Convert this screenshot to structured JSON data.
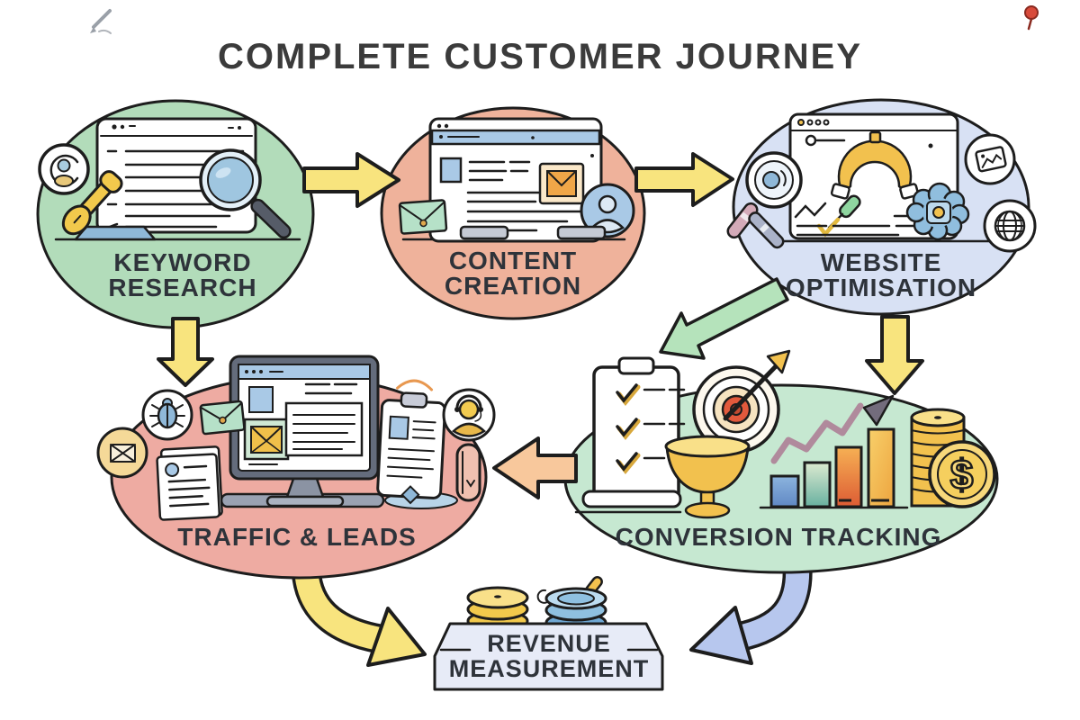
{
  "title": {
    "text": "COMPLETE CUSTOMER JOURNEY"
  },
  "colors": {
    "background": "#ffffff",
    "outline": "#1d1d1d",
    "title_text": "#3b3b3b",
    "label_text": "#2e333a",
    "gold": "#f2c14e",
    "gold_light": "#f9e089",
    "ui_blue": "#a9c9e6",
    "steel_blue": "#8fb8d8",
    "slate": "#646c7c",
    "teal_envelope": "#b6e1c8",
    "target_red": "#e2593c",
    "trend_purple": "#b08a9c",
    "trend_head": "#736c7c",
    "cloud_blue": "#90bede",
    "cream": "#fbe8c9",
    "orange_envelope": "#f0a648",
    "pink_tool": "#d4aab8",
    "phone_pink": "#f0c0b0",
    "badge_yellow": "#f5d998",
    "person_gold": "#f2cb50"
  },
  "nodes": {
    "keyword": {
      "line1": "KEYWORD",
      "line2": "RESEARCH",
      "fill": "#b2dcba"
    },
    "content": {
      "line1": "CONTENT",
      "line2": "CREATION",
      "fill": "#efb29b"
    },
    "website": {
      "line1": "WEBSITE",
      "line2": "OPTIMISATION",
      "fill": "#d8e1f4"
    },
    "traffic": {
      "line1": "TRAFFIC & LEADS",
      "fill": "#eeaba2"
    },
    "conversion": {
      "line1": "CONVERSION TRACKING",
      "fill": "#c6e8d1"
    },
    "revenue": {
      "line1": "REVENUE",
      "line2": "MEASUREMENT",
      "fill": "#e7ebf7"
    }
  },
  "arrows": {
    "yellow": "#f8e47e",
    "green": "#b5e3bb",
    "peach": "#f8c89c",
    "blue": "#b7c7ee"
  },
  "icons": {
    "dollar_symbol": "$"
  }
}
